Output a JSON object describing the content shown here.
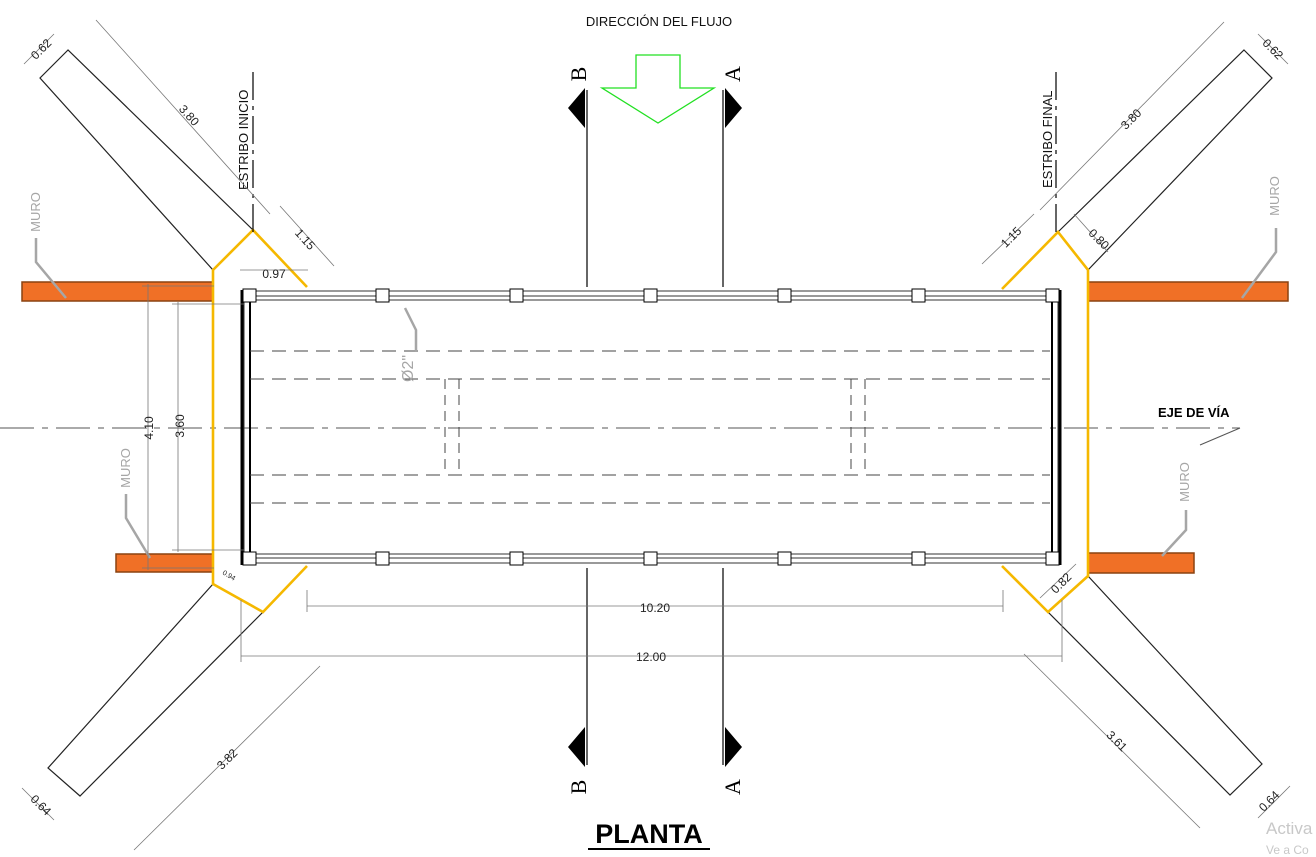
{
  "title": "PLANTA",
  "flow_direction": "DIRECCIÓN DEL FLUJO",
  "road_axis": "EJE DE VÍA",
  "abutment_start": "ESTRIBO INICIO",
  "abutment_end": "ESTRIBO FINAL",
  "wall_label": "MURO",
  "section_a": "A",
  "section_b": "B",
  "pipe_label": "Ø2\"",
  "dimensions": {
    "wing_tl_width": "0.62",
    "wing_tl_length": "3.80",
    "wing_tl_seat": "1.15",
    "seat_tl": "0.97",
    "wing_tr_width": "0.62",
    "wing_tr_length": "3.80",
    "wing_tr_seat": "1.15",
    "wing_tr_side": "0.80",
    "total_width": "4.10",
    "deck_width": "3.60",
    "seat_bl": "0.94",
    "seat_br": "0.82",
    "span_inner": "10.20",
    "span_total": "12.00",
    "wing_bl_length": "3.82",
    "wing_bl_width": "0.64",
    "wing_br_length": "3.61",
    "wing_br_width": "0.64"
  },
  "watermark": {
    "line1": "Activa",
    "line2": "Ve a Co"
  },
  "colors": {
    "wall": "#f07026",
    "wall_border": "#8a4210",
    "abutment": "#f5b800",
    "flow_arrow": "#22e022",
    "muro_text": "#a6a6a6"
  }
}
